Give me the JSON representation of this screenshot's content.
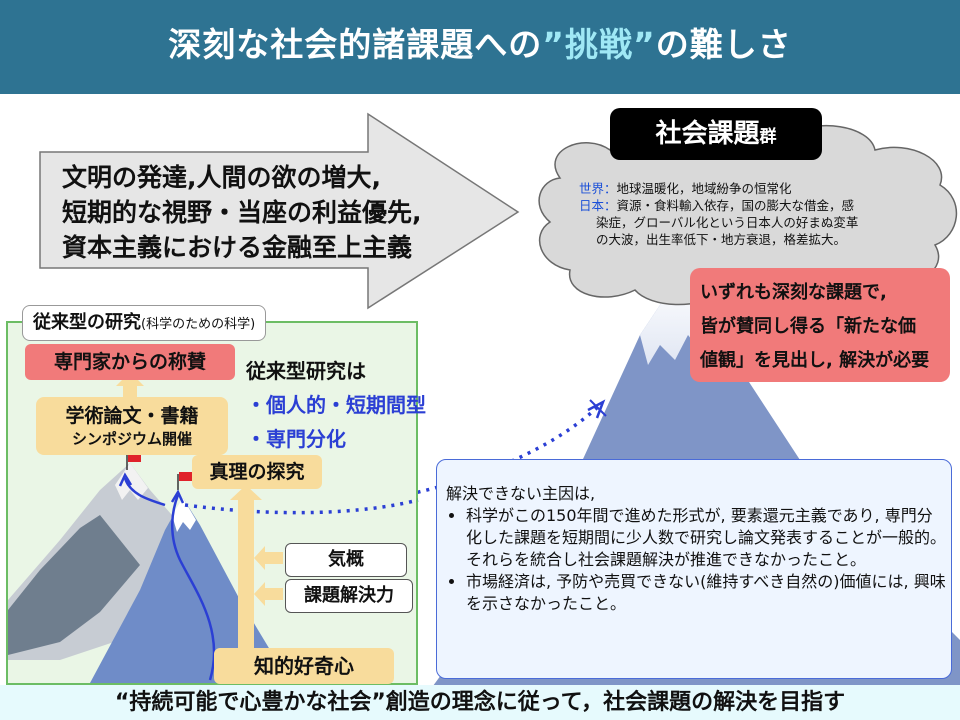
{
  "title": {
    "part1": "深刻な社会的諸課題への",
    "highlight": "”挑戦”",
    "part2": "の難しさ"
  },
  "arrow_text": {
    "line1": "文明の発達,人間の欲の増大,",
    "line2": "短期的な視野・当座の利益優先,",
    "line3": "資本主義における金融至上主義"
  },
  "cloud": {
    "title": "社会課題",
    "title_small": "群",
    "world_label": "世界：",
    "world_text": "地球温暖化，地域紛争の恒常化",
    "japan_label": "日本：",
    "japan_text1": "資源・食料輸入依存，国の膨大な借金，感",
    "japan_text2": "染症，グローバル化という日本人の好まぬ変革",
    "japan_text3": "の大波，出生率低下・地方衰退，格差拡大。"
  },
  "red_note": {
    "line1": "いずれも深刻な課題で,",
    "line2": "皆が賛同し得る「新たな価",
    "line3": "値観」を見出し, 解決が必要"
  },
  "traditional": {
    "label": "従来型の研究",
    "label_small": "(科学のための科学)",
    "praise": "専門家からの称賛",
    "papers_line1": "学術論文・書籍",
    "papers_line2": "シンポジウム開催",
    "desc_title": "従来型研究は",
    "desc_item1": "・個人的・短期間型",
    "desc_item2": "・専門分化",
    "truth": "真理の探究",
    "spirit": "気概",
    "problem_solving": "課題解決力",
    "curiosity": "知的好奇心"
  },
  "reasons": {
    "title": "解決できない主因は,",
    "item1": "科学がこの150年間で進めた形式が, 要素還元主義であり, 専門分化した課題を短期間に少人数で研究し論文発表することが一般的。それらを統合し社会課題解決が推進できなかったこと。",
    "item2": "市場経済は, 予防や売買できない(維持すべき自然の)価値には, 興味を示さなかったこと。"
  },
  "footer": "“持続可能で心豊かな社会”創造の理念に従って，社会課題の解決を目指す",
  "colors": {
    "title_bar": "#2e7392",
    "highlight": "#9fe8f5",
    "mountain": "#7f95c7",
    "red_note": "#f17a7a",
    "yellow": "#f8dc9c",
    "green_border": "#6cbd64",
    "blue_text": "#2b3fd4"
  }
}
